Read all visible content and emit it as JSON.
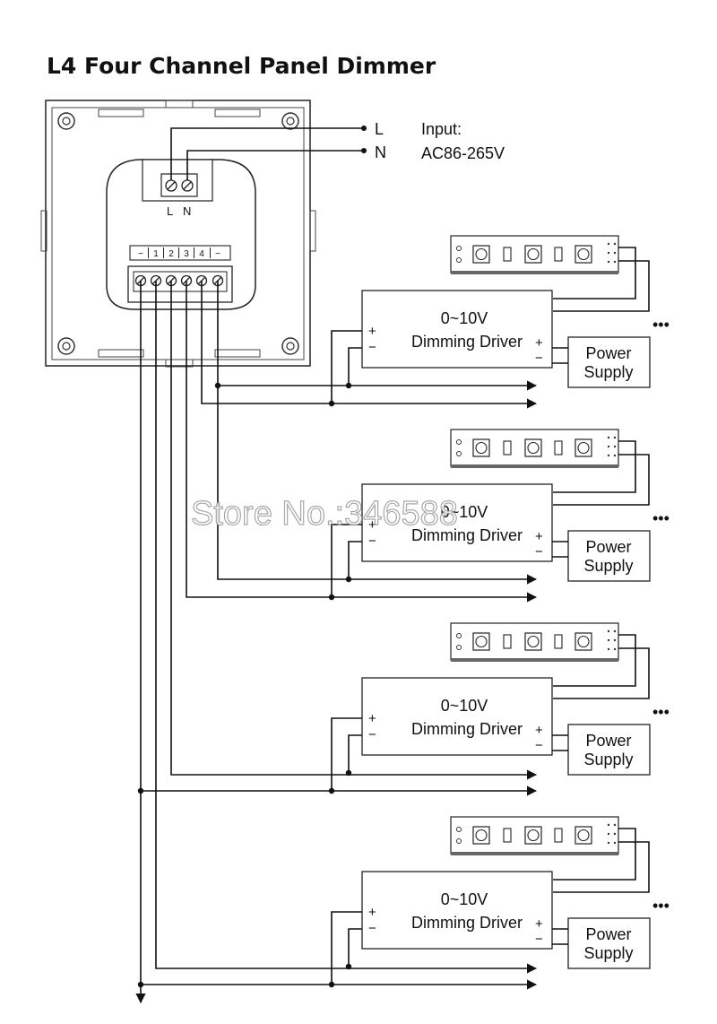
{
  "title": "L4 Four Channel Panel Dimmer",
  "input": {
    "label": "Input:",
    "voltage": "AC86-265V",
    "line_l": "L",
    "line_n": "N",
    "terminal_l": "L",
    "terminal_n": "N"
  },
  "terminals": [
    "−",
    "1",
    "2",
    "3",
    "4",
    "−"
  ],
  "channels": [
    {
      "range": "0~10V",
      "name": "Dimming Driver",
      "psu_line1": "Power",
      "psu_line2": "Supply",
      "plus": "+",
      "minus": "−",
      "out_plus": "+",
      "out_minus": "−",
      "more": "•••"
    },
    {
      "range": "0~10V",
      "name": "Dimming Driver",
      "psu_line1": "Power",
      "psu_line2": "Supply",
      "plus": "+",
      "minus": "−",
      "out_plus": "+",
      "out_minus": "−",
      "more": "•••"
    },
    {
      "range": "0~10V",
      "name": "Dimming Driver",
      "psu_line1": "Power",
      "psu_line2": "Supply",
      "plus": "+",
      "minus": "−",
      "out_plus": "+",
      "out_minus": "−",
      "more": "•••"
    },
    {
      "range": "0~10V",
      "name": "Dimming Driver",
      "psu_line1": "Power",
      "psu_line2": "Supply",
      "plus": "+",
      "minus": "−",
      "out_plus": "+",
      "out_minus": "−",
      "more": "•••"
    }
  ],
  "watermark": "Store No.:346588"
}
